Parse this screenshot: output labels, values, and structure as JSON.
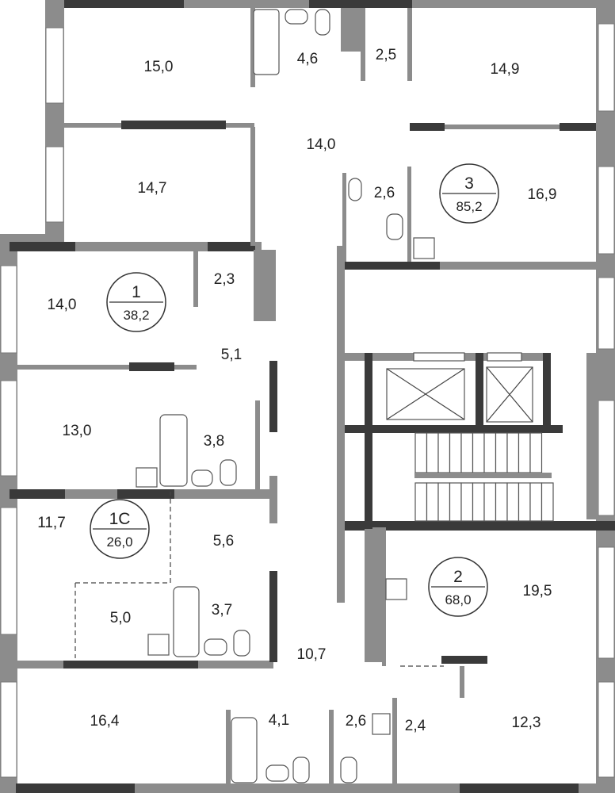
{
  "plan": {
    "rooms": [
      {
        "id": "r1",
        "area": "15,0"
      },
      {
        "id": "r2",
        "area": "4,6"
      },
      {
        "id": "r3",
        "area": "2,5"
      },
      {
        "id": "r4",
        "area": "14,9"
      },
      {
        "id": "r5",
        "area": "14,0"
      },
      {
        "id": "r6",
        "area": "14,7"
      },
      {
        "id": "r7",
        "area": "2,6"
      },
      {
        "id": "r8",
        "area": "16,9"
      },
      {
        "id": "r9",
        "area": "14,0"
      },
      {
        "id": "r10",
        "area": "2,3"
      },
      {
        "id": "r11",
        "area": "5,1"
      },
      {
        "id": "r12",
        "area": "13,0"
      },
      {
        "id": "r13",
        "area": "3,8"
      },
      {
        "id": "r14",
        "area": "11,7"
      },
      {
        "id": "r15",
        "area": "5,6"
      },
      {
        "id": "r16",
        "area": "5,0"
      },
      {
        "id": "r17",
        "area": "3,7"
      },
      {
        "id": "r18",
        "area": "10,7"
      },
      {
        "id": "r19",
        "area": "19,5"
      },
      {
        "id": "r20",
        "area": "16,4"
      },
      {
        "id": "r21",
        "area": "4,1"
      },
      {
        "id": "r22",
        "area": "2,6"
      },
      {
        "id": "r23",
        "area": "2,4"
      },
      {
        "id": "r24",
        "area": "12,3"
      }
    ],
    "apartments": [
      {
        "number": "3",
        "total_area": "85,2"
      },
      {
        "number": "1",
        "total_area": "38,2"
      },
      {
        "number": "1С",
        "total_area": "26,0"
      },
      {
        "number": "2",
        "total_area": "68,0"
      }
    ]
  }
}
